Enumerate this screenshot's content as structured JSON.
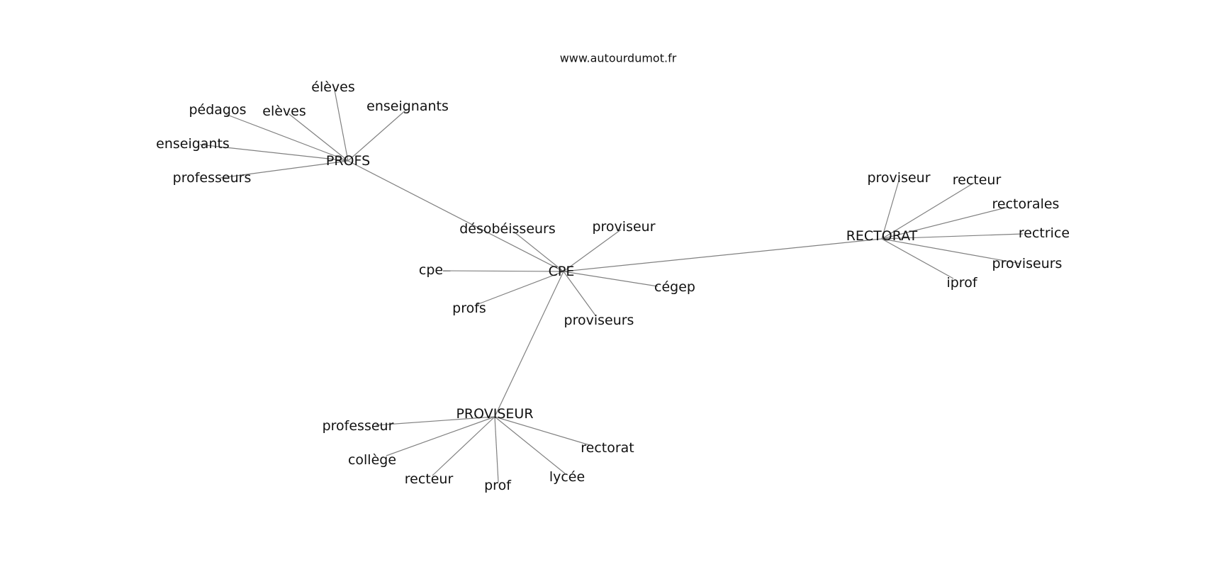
{
  "source": "www.autourdumot.fr",
  "nodes": [
    {
      "id": "cpe_center",
      "label": "CPE"
    },
    {
      "id": "profs_hub",
      "label": "PROFS"
    },
    {
      "id": "rectorat_hub",
      "label": "RECTORAT"
    },
    {
      "id": "proviseur_hub",
      "label": "PROVISEUR"
    },
    {
      "id": "cpe_desobeisseurs",
      "label": "désobéisseurs"
    },
    {
      "id": "cpe_proviseur",
      "label": "proviseur"
    },
    {
      "id": "cpe_cpe",
      "label": "cpe"
    },
    {
      "id": "cpe_cegep",
      "label": "cégep"
    },
    {
      "id": "cpe_profs",
      "label": "profs"
    },
    {
      "id": "cpe_proviseurs",
      "label": "proviseurs"
    },
    {
      "id": "profs_eleves1",
      "label": "élèves"
    },
    {
      "id": "profs_pedagos",
      "label": "pédagos"
    },
    {
      "id": "profs_eleves2",
      "label": "elèves"
    },
    {
      "id": "profs_enseignants",
      "label": "enseignants"
    },
    {
      "id": "profs_enseigants",
      "label": "enseigants"
    },
    {
      "id": "profs_professeurs",
      "label": "professeurs"
    },
    {
      "id": "rect_proviseur",
      "label": "proviseur"
    },
    {
      "id": "rect_recteur",
      "label": "recteur"
    },
    {
      "id": "rect_rectorales",
      "label": "rectorales"
    },
    {
      "id": "rect_rectrice",
      "label": "rectrice"
    },
    {
      "id": "rect_proviseurs",
      "label": "proviseurs"
    },
    {
      "id": "rect_iprof",
      "label": "iprof"
    },
    {
      "id": "prov_professeur",
      "label": "professeur"
    },
    {
      "id": "prov_college",
      "label": "collège"
    },
    {
      "id": "prov_recteur",
      "label": "recteur"
    },
    {
      "id": "prov_prof",
      "label": "prof"
    },
    {
      "id": "prov_lycee",
      "label": "lycée"
    },
    {
      "id": "prov_rectorat",
      "label": "rectorat"
    }
  ],
  "edges": [
    [
      "cpe_center",
      "profs_hub"
    ],
    [
      "cpe_center",
      "rectorat_hub"
    ],
    [
      "cpe_center",
      "proviseur_hub"
    ],
    [
      "cpe_center",
      "cpe_desobeisseurs"
    ],
    [
      "cpe_center",
      "cpe_proviseur"
    ],
    [
      "cpe_center",
      "cpe_cpe"
    ],
    [
      "cpe_center",
      "cpe_cegep"
    ],
    [
      "cpe_center",
      "cpe_profs"
    ],
    [
      "cpe_center",
      "cpe_proviseurs"
    ],
    [
      "profs_hub",
      "profs_eleves1"
    ],
    [
      "profs_hub",
      "profs_pedagos"
    ],
    [
      "profs_hub",
      "profs_eleves2"
    ],
    [
      "profs_hub",
      "profs_enseignants"
    ],
    [
      "profs_hub",
      "profs_enseigants"
    ],
    [
      "profs_hub",
      "profs_professeurs"
    ],
    [
      "rectorat_hub",
      "rect_proviseur"
    ],
    [
      "rectorat_hub",
      "rect_recteur"
    ],
    [
      "rectorat_hub",
      "rect_rectorales"
    ],
    [
      "rectorat_hub",
      "rect_rectrice"
    ],
    [
      "rectorat_hub",
      "rect_proviseurs"
    ],
    [
      "rectorat_hub",
      "rect_iprof"
    ],
    [
      "proviseur_hub",
      "prov_professeur"
    ],
    [
      "proviseur_hub",
      "prov_college"
    ],
    [
      "proviseur_hub",
      "prov_recteur"
    ],
    [
      "proviseur_hub",
      "prov_prof"
    ],
    [
      "proviseur_hub",
      "prov_lycee"
    ],
    [
      "proviseur_hub",
      "prov_rectorat"
    ]
  ]
}
